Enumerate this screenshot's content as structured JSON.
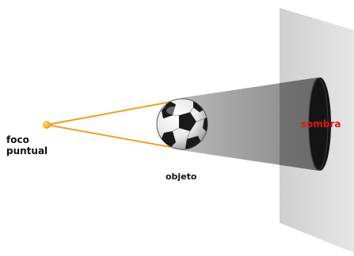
{
  "labels": {
    "source_line1": "foco",
    "source_line2": "puntual",
    "object": "objeto",
    "shadow": "sombra"
  },
  "colors": {
    "light_rays": "#f0a020",
    "light_source": "#f59d18",
    "shadow_text": "#e01818",
    "screen": "#d6d6d6",
    "shadow_cone": "#6e6e6e",
    "shadow_disc": "#141414"
  },
  "icons": {
    "object": "soccer-ball-icon",
    "source": "point-light-icon"
  }
}
